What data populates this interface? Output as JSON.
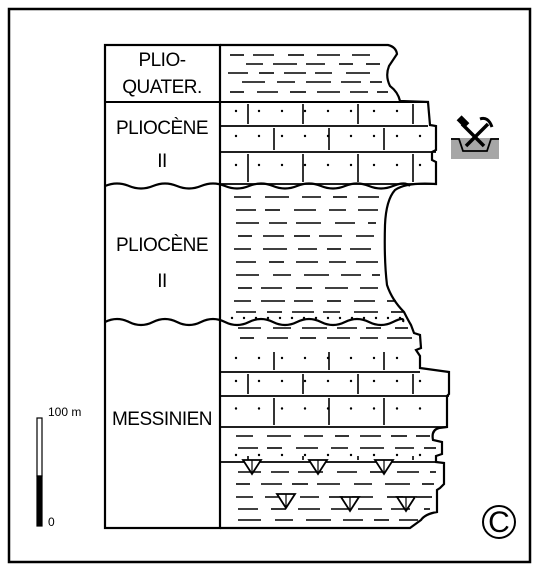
{
  "units": [
    {
      "label_lines": [
        "PLIO-",
        "QUATER."
      ],
      "lithology": "marl"
    },
    {
      "label_lines": [
        "PLIOCÈNE",
        "II"
      ],
      "lithology": "sandy-limestone"
    },
    {
      "label_lines": [
        "PLIOCÈNE",
        "II"
      ],
      "lithology": "marl"
    },
    {
      "label_lines": [
        "MESSINIEN"
      ],
      "lithology": "marl-limestone-gypsum"
    }
  ],
  "scale_bar": {
    "top_label": "100 m",
    "bottom_label": "0"
  },
  "copyright_symbol": "C",
  "icons": {
    "quarry": "quarry-icon"
  },
  "colors": {
    "ink": "#000000",
    "quarry_pit": "#a6a6a6"
  }
}
